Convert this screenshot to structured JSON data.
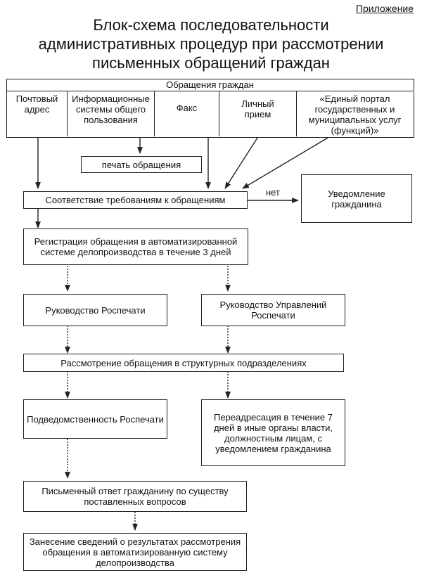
{
  "appendix": "Приложение",
  "title": {
    "line1": "Блок-схема последовательности",
    "line2": "административных процедур при рассмотрении",
    "line3": "письменных обращений граждан"
  },
  "header_box": "Обращения граждан",
  "channels": {
    "post": "Почтовый адрес",
    "info_systems": "Информационные системы общего пользования",
    "fax": "Факс",
    "personal": "Личный прием",
    "portal": "«Единый портал государственных и муниципальных услуг (функций)»"
  },
  "print_box": "печать обращения",
  "compliance_box": "Соответствие требованиям к обращениям",
  "no_label": "нет",
  "notify_box": "Уведомление гражданина",
  "registration_box": "Регистрация обращения в автоматизированной системе делопроизводства в течение 3 дней",
  "leadership_box": "Руководство Роспечати",
  "directorates_box": "Руководство Управлений Роспечати",
  "review_box": "Рассмотрение обращения в структурных подразделениях",
  "jurisdiction_box": "Подведомственность Роспечати",
  "redirect_box": "Переадресация в течение 7 дней в иные органы власти, должностным лицам, с уведомлением гражданина",
  "answer_box": "Письменный ответ гражданину по существу поставленных вопросов",
  "record_box": "Занесение сведений о результатах рассмотрения обращения в автоматизированную систему делопроизводства"
}
